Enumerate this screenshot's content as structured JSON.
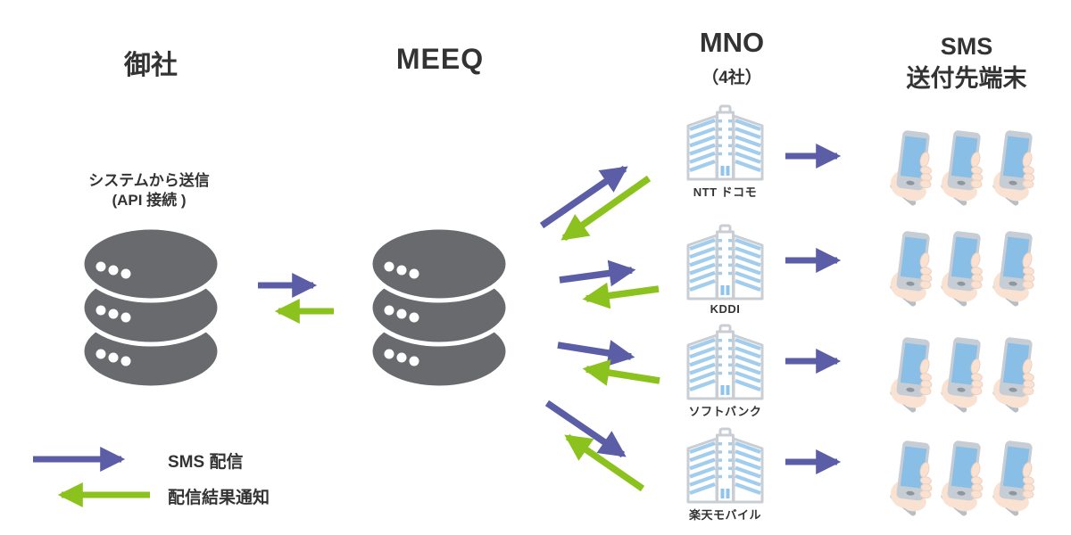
{
  "columns": {
    "company": {
      "heading": "御社",
      "caption_line1": "システムから送信",
      "caption_line2": "(API 接続 )"
    },
    "meeq": {
      "heading": "MEEQ"
    },
    "mno": {
      "heading": "MNO",
      "subheading": "（4社）"
    },
    "sms": {
      "heading_line1": "SMS",
      "heading_line2": "送付先端末"
    }
  },
  "mno": {
    "carriers": [
      {
        "name": "NTT ドコモ"
      },
      {
        "name": "KDDI"
      },
      {
        "name": "ソフトバンク"
      },
      {
        "name": "楽天モバイル"
      }
    ]
  },
  "phones": {
    "rows": 4,
    "per_row": 3
  },
  "legend": {
    "sms_label": "SMS 配信",
    "result_label": "配信結果通知"
  },
  "colors": {
    "sms_arrow": "#5b5ea6",
    "result_arrow": "#8cc21d",
    "server_gray": "#686a6d",
    "building_outline": "#c9ced4",
    "building_stripe": "#a3cdec",
    "phone_screen": "#89bfe6",
    "phone_body": "#c7cdd4",
    "hand_skin": "#f9e2d2",
    "text": "#333333"
  }
}
